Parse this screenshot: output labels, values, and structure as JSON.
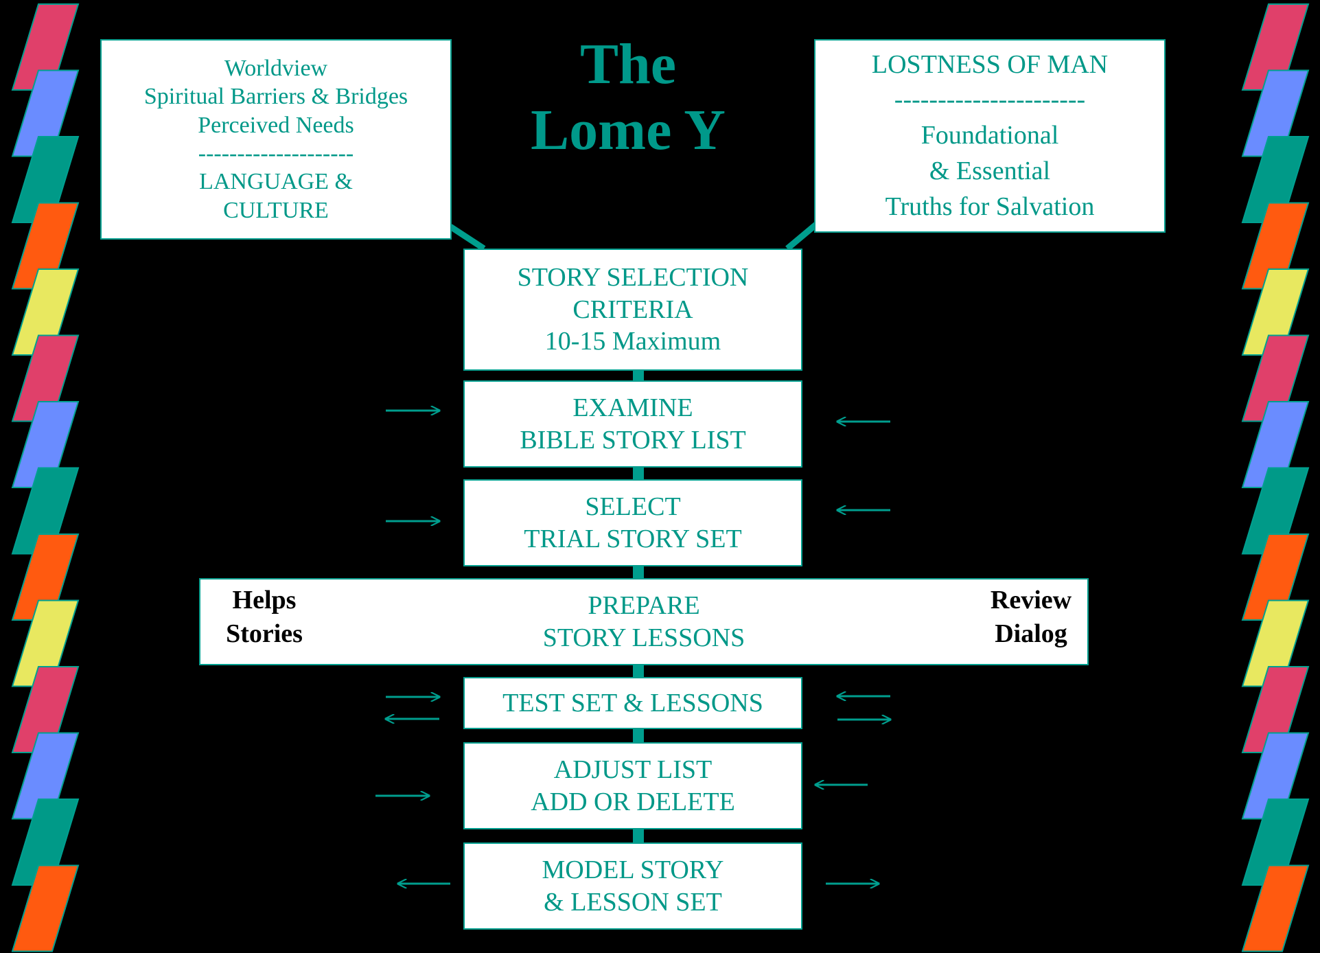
{
  "title": {
    "line1": "The",
    "line2": "Lome Y"
  },
  "left_box": {
    "lines": [
      "Worldview",
      "Spiritual Barriers & Bridges",
      "Perceived Needs",
      "--------------------",
      "LANGUAGE &",
      "CULTURE"
    ]
  },
  "right_box": {
    "lines": [
      "LOSTNESS OF MAN",
      "----------------------",
      "Foundational",
      "& Essential",
      "Truths for Salvation"
    ]
  },
  "steps": [
    {
      "lines": [
        "STORY SELECTION",
        "CRITERIA",
        "10-15 Maximum"
      ]
    },
    {
      "lines": [
        "EXAMINE",
        "BIBLE STORY LIST"
      ]
    },
    {
      "lines": [
        "SELECT",
        "TRIAL STORY SET"
      ]
    },
    {
      "lines": [
        "PREPARE",
        "STORY LESSONS"
      ]
    },
    {
      "lines": [
        "TEST SET & LESSONS"
      ]
    },
    {
      "lines": [
        "ADJUST LIST",
        "ADD OR DELETE"
      ]
    },
    {
      "lines": [
        "MODEL STORY",
        "& LESSON SET"
      ]
    }
  ],
  "prepare_left": [
    "Helps",
    "Stories"
  ],
  "prepare_right": [
    "Review",
    "Dialog"
  ],
  "colors": {
    "teal": "#009e8e",
    "border_stripes": [
      "#e0406a",
      "#6a8cff",
      "#009a88",
      "#ff5a10",
      "#e8e860"
    ]
  }
}
